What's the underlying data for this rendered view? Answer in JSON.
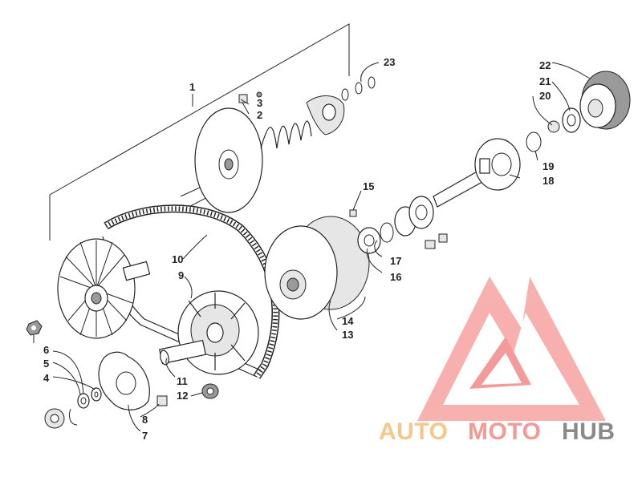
{
  "diagram": {
    "labels": {
      "p1": "1",
      "p2": "2",
      "p3": "3",
      "p4": "4",
      "p5": "5",
      "p6": "6",
      "p7": "7",
      "p8": "8",
      "p9": "9",
      "p10": "10",
      "p11": "11",
      "p12": "12",
      "p13": "13",
      "p14": "14",
      "p15": "15",
      "p16": "16",
      "p17": "17",
      "p18": "18",
      "p19": "19",
      "p20": "20",
      "p21": "21",
      "p22": "22",
      "p23": "23"
    }
  },
  "watermark": {
    "word_part1": "AUTO",
    "word_part2": "MOTO",
    "word_part3": "HUB",
    "colors": {
      "auto": "#f6c78a",
      "moto": "#f39a96",
      "hub": "#8a8a8a",
      "logo": "#f28a8a"
    }
  }
}
